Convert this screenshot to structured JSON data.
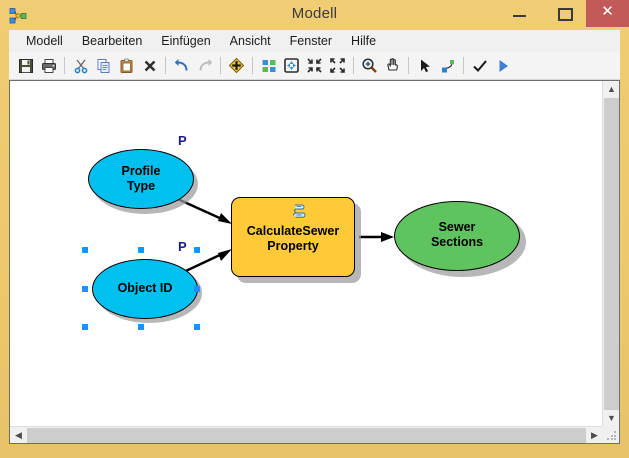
{
  "window": {
    "title": "Modell",
    "icon": "model-builder-icon",
    "controls": {
      "minimize": "minimize-icon",
      "maximize": "maximize-icon",
      "close": "✕"
    },
    "colors": {
      "frame": "#eec96a",
      "close_button": "#c35a5a",
      "titlebar_text": "#3b3b3b"
    }
  },
  "menubar": {
    "items": [
      {
        "label": "Modell",
        "name": "menu-modell"
      },
      {
        "label": "Bearbeiten",
        "name": "menu-bearbeiten"
      },
      {
        "label": "Einfügen",
        "name": "menu-einfuegen"
      },
      {
        "label": "Ansicht",
        "name": "menu-ansicht"
      },
      {
        "label": "Fenster",
        "name": "menu-fenster"
      },
      {
        "label": "Hilfe",
        "name": "menu-hilfe"
      }
    ]
  },
  "toolbar": {
    "buttons": [
      {
        "name": "save-icon",
        "tip": "Speichern"
      },
      {
        "name": "print-icon",
        "tip": "Drucken"
      },
      {
        "name": "separator",
        "tip": ""
      },
      {
        "name": "cut-icon",
        "tip": "Ausschneiden"
      },
      {
        "name": "copy-icon",
        "tip": "Kopieren"
      },
      {
        "name": "paste-icon",
        "tip": "Einfügen"
      },
      {
        "name": "delete-icon",
        "tip": "Löschen"
      },
      {
        "name": "separator",
        "tip": ""
      },
      {
        "name": "undo-icon",
        "tip": "Rückgängig"
      },
      {
        "name": "redo-icon",
        "tip": "Wiederholen"
      },
      {
        "name": "separator",
        "tip": ""
      },
      {
        "name": "add-data-icon",
        "tip": "Daten hinzufügen"
      },
      {
        "name": "separator",
        "tip": ""
      },
      {
        "name": "auto-layout-icon",
        "tip": "Automatisches Layout"
      },
      {
        "name": "fit-to-window-icon",
        "tip": "An Fenster anpassen"
      },
      {
        "name": "zoom-out-icon",
        "tip": "Verkleinern"
      },
      {
        "name": "zoom-in-icon",
        "tip": "Vergrößern"
      },
      {
        "name": "separator",
        "tip": ""
      },
      {
        "name": "zoom-tool-icon",
        "tip": "Zoom"
      },
      {
        "name": "pan-tool-icon",
        "tip": "Verschieben"
      },
      {
        "name": "separator",
        "tip": ""
      },
      {
        "name": "select-tool-icon",
        "tip": "Auswählen"
      },
      {
        "name": "connect-tool-icon",
        "tip": "Verbinden"
      },
      {
        "name": "separator",
        "tip": ""
      },
      {
        "name": "validate-icon",
        "tip": "Modell validieren"
      },
      {
        "name": "run-icon",
        "tip": "Ausführen"
      }
    ]
  },
  "diagram": {
    "colors": {
      "variable_blue": "#00c0f0",
      "process_yellow": "#ffc938",
      "output_green": "#5fc35f",
      "shadow": "#9b9b9b",
      "outline": "#000000",
      "parameter_letter": "#1b1b8f",
      "selection_handle": "#1e90ff"
    },
    "nodes": [
      {
        "name": "node-profile-type",
        "kind": "input-variable",
        "label_lines": [
          "Profile",
          "Type"
        ],
        "parameter_marker": "P",
        "selected": false
      },
      {
        "name": "node-object-id",
        "kind": "input-variable",
        "label_lines": [
          "Object ID"
        ],
        "parameter_marker": "P",
        "selected": true
      },
      {
        "name": "node-calculate-sewer-property",
        "kind": "tool-process",
        "label_lines": [
          "CalculateSewer",
          "Property"
        ],
        "icon": "script-tool-icon",
        "selected": false
      },
      {
        "name": "node-sewer-sections",
        "kind": "derived-output",
        "label_lines": [
          "Sewer",
          "Sections"
        ],
        "selected": false
      }
    ],
    "connectors": [
      {
        "name": "connector-profile-type-to-tool",
        "from": "node-profile-type",
        "to": "node-calculate-sewer-property"
      },
      {
        "name": "connector-object-id-to-tool",
        "from": "node-object-id",
        "to": "node-calculate-sewer-property"
      },
      {
        "name": "connector-tool-to-sewer-sections",
        "from": "node-calculate-sewer-property",
        "to": "node-sewer-sections"
      }
    ]
  },
  "scrollbars": {
    "vertical": {
      "up": "▲",
      "down": "▼"
    },
    "horizontal": {
      "left": "◀",
      "right": "▶"
    }
  }
}
